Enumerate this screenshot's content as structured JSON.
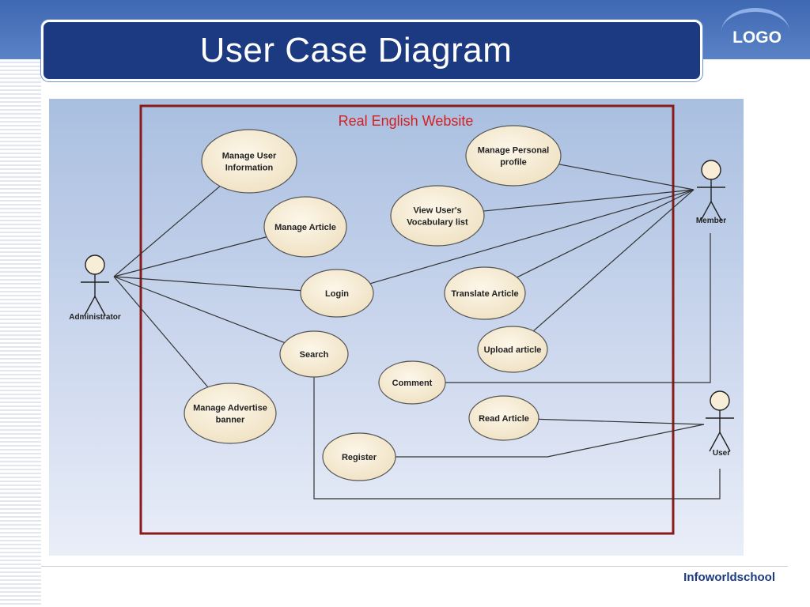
{
  "slide": {
    "title": "User Case Diagram",
    "logo": "LOGO",
    "footer": "Infoworldschool"
  },
  "colors": {
    "header_band": "#4a72bd",
    "title_box": "#1c3a82",
    "boundary": "#8b1a1a",
    "boundary_label": "#d42020",
    "use_case_fill": "#f8eed8",
    "footer_text": "#1c3a82"
  },
  "diagram": {
    "system_name": "Real English Website",
    "actors": [
      {
        "id": "administrator",
        "label": "Administrator"
      },
      {
        "id": "member",
        "label": "Member"
      },
      {
        "id": "user",
        "label": "User"
      }
    ],
    "use_cases": [
      {
        "id": "manage-user-information",
        "lines": [
          "Manage User",
          "Information"
        ]
      },
      {
        "id": "manage-article",
        "lines": [
          "Manage Article"
        ]
      },
      {
        "id": "login",
        "lines": [
          "Login"
        ]
      },
      {
        "id": "search",
        "lines": [
          "Search"
        ]
      },
      {
        "id": "manage-advertise-banner",
        "lines": [
          "Manage Advertise",
          "banner"
        ]
      },
      {
        "id": "manage-personal-profile",
        "lines": [
          "Manage Personal",
          "profile"
        ]
      },
      {
        "id": "view-users-vocabulary-list",
        "lines": [
          "View User's",
          "Vocabulary list"
        ]
      },
      {
        "id": "translate-article",
        "lines": [
          "Translate Article"
        ]
      },
      {
        "id": "upload-article",
        "lines": [
          "Upload article"
        ]
      },
      {
        "id": "comment",
        "lines": [
          "Comment"
        ]
      },
      {
        "id": "read-article",
        "lines": [
          "Read Article"
        ]
      },
      {
        "id": "register",
        "lines": [
          "Register"
        ]
      }
    ],
    "associations": [
      [
        "administrator",
        "manage-user-information"
      ],
      [
        "administrator",
        "manage-article"
      ],
      [
        "administrator",
        "login"
      ],
      [
        "administrator",
        "search"
      ],
      [
        "administrator",
        "manage-advertise-banner"
      ],
      [
        "member",
        "manage-personal-profile"
      ],
      [
        "member",
        "view-users-vocabulary-list"
      ],
      [
        "member",
        "login"
      ],
      [
        "member",
        "translate-article"
      ],
      [
        "member",
        "upload-article"
      ],
      [
        "member",
        "comment"
      ],
      [
        "user",
        "read-article"
      ],
      [
        "user",
        "register"
      ],
      [
        "user",
        "search"
      ]
    ]
  }
}
